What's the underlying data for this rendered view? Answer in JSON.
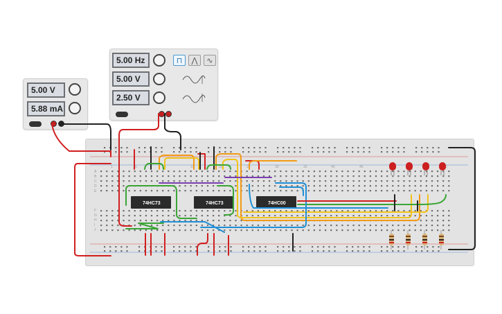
{
  "power_supply": {
    "voltage": "5.00 V",
    "current": "5.88 mA",
    "voltage_knob": "voltage-knob",
    "current_knob": "current-knob"
  },
  "function_generator": {
    "frequency": "5.00 Hz",
    "amplitude": "5.00 V",
    "offset": "2.50 V",
    "waveforms": [
      "square",
      "triangle",
      "sine"
    ],
    "selected_waveform": "square"
  },
  "breadboard": {
    "column_labels": [
      "1",
      "5",
      "10",
      "15",
      "20",
      "25",
      "30",
      "35",
      "40",
      "45",
      "50"
    ],
    "row_labels_top": [
      "A",
      "B",
      "C",
      "D",
      "E"
    ],
    "row_labels_bottom": [
      "F",
      "G",
      "H",
      "I",
      "J"
    ]
  },
  "chips": [
    {
      "label": "74HC73"
    },
    {
      "label": "74HC73"
    },
    {
      "label": "74HC00"
    }
  ],
  "leds": {
    "count": 4,
    "color": "#cc1f1f"
  },
  "resistors": {
    "count": 4
  },
  "colors": {
    "red": "#d11f1f",
    "black": "#222222",
    "green": "#3aa535",
    "blue": "#1f8fd6",
    "orange": "#f29a16",
    "yellow": "#f2c41a",
    "purple": "#7a3fb0"
  }
}
